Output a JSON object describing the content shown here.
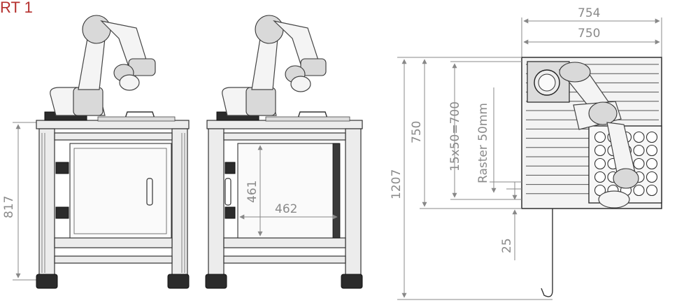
{
  "title": "RT 1",
  "front_view": {
    "height": "817"
  },
  "side_view": {
    "opening_height": "461",
    "opening_width": "462"
  },
  "top_view": {
    "outer_width": "754",
    "inner_width": "750",
    "depth": "750",
    "raster_span": "15x50=700",
    "raster_label": "Raster 50mm",
    "edge_offset": "25",
    "total_height": "1207"
  },
  "colors": {
    "title": "#b5302e",
    "dimension": "#8a8a8a",
    "line": "#333333"
  }
}
